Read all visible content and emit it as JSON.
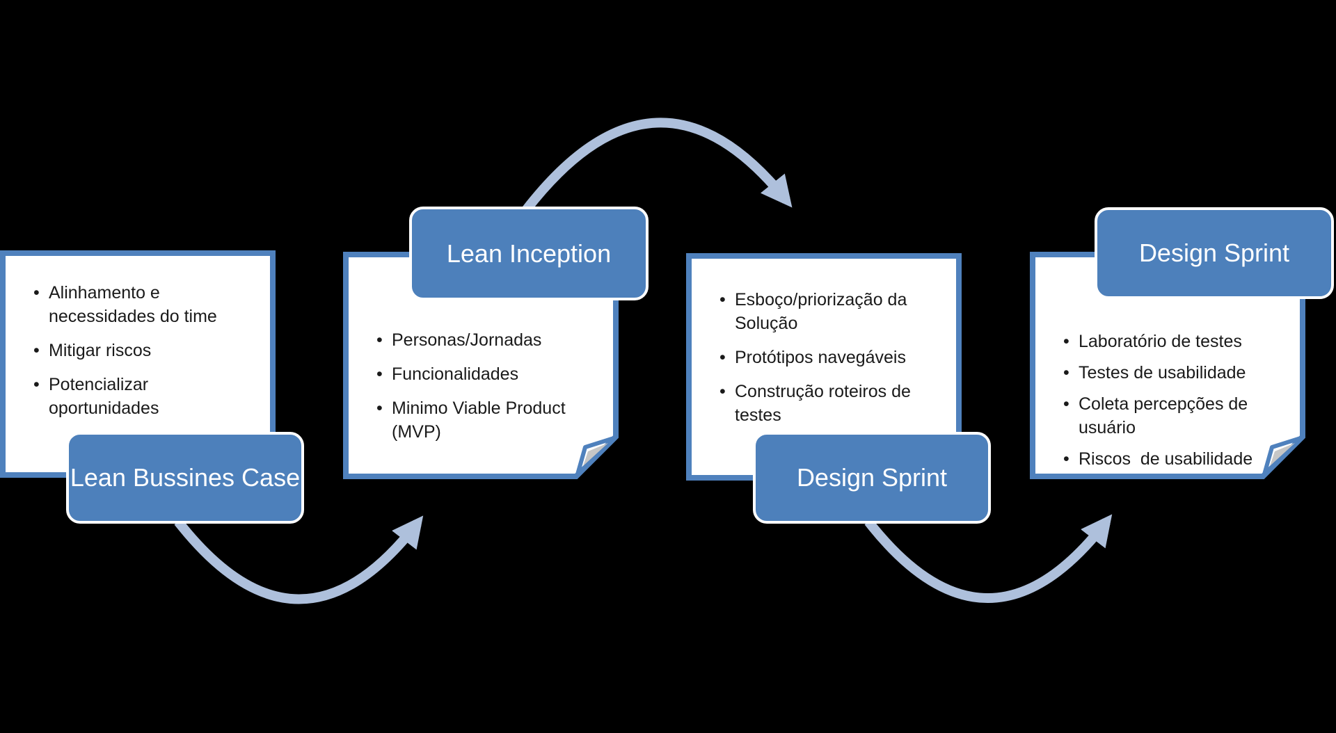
{
  "colors": {
    "bg": "#000000",
    "accent": "#4d80bb",
    "cardborder": "#4f81bd",
    "cardbg": "#ffffff",
    "ink": "#1a1a1a",
    "titleink": "#ffffff",
    "arrow": "#aec0dc",
    "foldgray": "#c6c6c6"
  },
  "stages": [
    {
      "title": "Lean Bussines Case",
      "title_position": "bottom",
      "bullets": [
        "Alinhamento e necessidades do time",
        "Mitigar riscos",
        "Potencializar oportunidades"
      ]
    },
    {
      "title": "Lean Inception",
      "title_position": "top",
      "bullets": [
        "Personas/Jornadas",
        "Funcionalidades",
        "Minimo Viable Product (MVP)"
      ]
    },
    {
      "title": "Design Sprint",
      "title_position": "bottom",
      "bullets": [
        "Esboço/priorização da Solução",
        "Protótipos navegáveis",
        "Construção roteiros de testes"
      ]
    },
    {
      "title": "Design Sprint",
      "title_position": "top",
      "bullets": [
        "Laboratório de testes",
        "Testes de usabilidade",
        "Coleta percepções de usuário",
        "Riscos  de usabilidade"
      ]
    }
  ]
}
